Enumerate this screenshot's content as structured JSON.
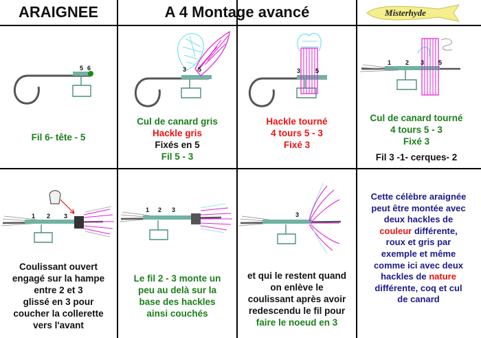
{
  "header": {
    "left_title": "ARAIGNEE",
    "center_title": "A 4 Montage avancé",
    "logo_text": "Misterhyde"
  },
  "colors": {
    "green": "#1a7f1a",
    "red": "#ee1111",
    "blue": "#1a1a8a",
    "thread": "#6fb3a3",
    "hackle_cyan": "#74e0ee",
    "hackle_magenta": "#e020d8",
    "logo_yellow": "#f4ee8c"
  },
  "panels": [
    {
      "labels": [
        "5",
        "6"
      ],
      "caption": [
        {
          "text": "Fil 6- tête - 5",
          "color": "green"
        }
      ]
    },
    {
      "labels": [
        "3",
        "5"
      ],
      "caption": [
        {
          "text": "Cul de canard gris",
          "color": "green"
        },
        {
          "text": "Hackle gris",
          "color": "red"
        },
        {
          "text": "Fixés en 5",
          "color": "black"
        },
        {
          "text": "Fil 5 - 3",
          "color": "green"
        }
      ]
    },
    {
      "labels": [
        "3",
        "5"
      ],
      "caption": [
        {
          "text": "Hackle tourné",
          "color": "red"
        },
        {
          "text": "4 tours 5 - 3",
          "color": "red"
        },
        {
          "text": "Fixé 3",
          "color": "red"
        }
      ]
    },
    {
      "labels": [
        "1",
        "2",
        "3",
        "5"
      ],
      "caption": [
        {
          "text": "Cul de canard tourné",
          "color": "green"
        },
        {
          "text": "4 tours 5 - 3",
          "color": "green"
        },
        {
          "text": "Fixé 3",
          "color": "green"
        },
        {
          "text": "Fil 3 -1- cerques- 2",
          "color": "black"
        }
      ]
    },
    {
      "labels": [
        "1",
        "2",
        "3"
      ],
      "caption": [
        {
          "text": "Coulissant ouvert",
          "color": "black"
        },
        {
          "text": "engagé sur la hampe",
          "color": "black"
        },
        {
          "text": "entre 2 et 3",
          "color": "black"
        },
        {
          "text": "glissé en 3 pour",
          "color": "black"
        },
        {
          "text": "coucher la collerette",
          "color": "black"
        },
        {
          "text": "vers l'avant",
          "color": "black"
        }
      ]
    },
    {
      "labels": [
        "1",
        "2",
        "3"
      ],
      "caption": [
        {
          "text": "Le fil 2 - 3 monte un",
          "color": "green"
        },
        {
          "text": "peu au delà sur la",
          "color": "green"
        },
        {
          "text": "base des hackles",
          "color": "green"
        },
        {
          "text": "ainsi couchés",
          "color": "green"
        }
      ]
    },
    {
      "labels": [
        "3"
      ],
      "caption": [
        {
          "text": "et qui le restent quand",
          "color": "black"
        },
        {
          "text": "on enlève le",
          "color": "black"
        },
        {
          "text": "coulissant après avoir",
          "color": "black"
        },
        {
          "text": "redescendu le fil pour",
          "color": "black"
        },
        {
          "text": "faire le noeud en 3",
          "color": "green"
        }
      ]
    }
  ],
  "note": {
    "lines": [
      [
        {
          "text": "Cette célèbre araignée",
          "color": "blue"
        }
      ],
      [
        {
          "text": "peut être montée avec",
          "color": "blue"
        }
      ],
      [
        {
          "text": "deux hackles de",
          "color": "blue"
        }
      ],
      [
        {
          "text": "couleur",
          "color": "red"
        },
        {
          "text": " différente,",
          "color": "blue"
        }
      ],
      [
        {
          "text": "roux et gris par",
          "color": "blue"
        }
      ],
      [
        {
          "text": "exemple et même",
          "color": "blue"
        }
      ],
      [
        {
          "text": "comme ici avec deux",
          "color": "blue"
        }
      ],
      [
        {
          "text": "hackles de ",
          "color": "blue"
        },
        {
          "text": "nature",
          "color": "red"
        }
      ],
      [
        {
          "text": "différente, coq et cul",
          "color": "blue"
        }
      ],
      [
        {
          "text": "de  canard",
          "color": "blue"
        }
      ]
    ]
  }
}
